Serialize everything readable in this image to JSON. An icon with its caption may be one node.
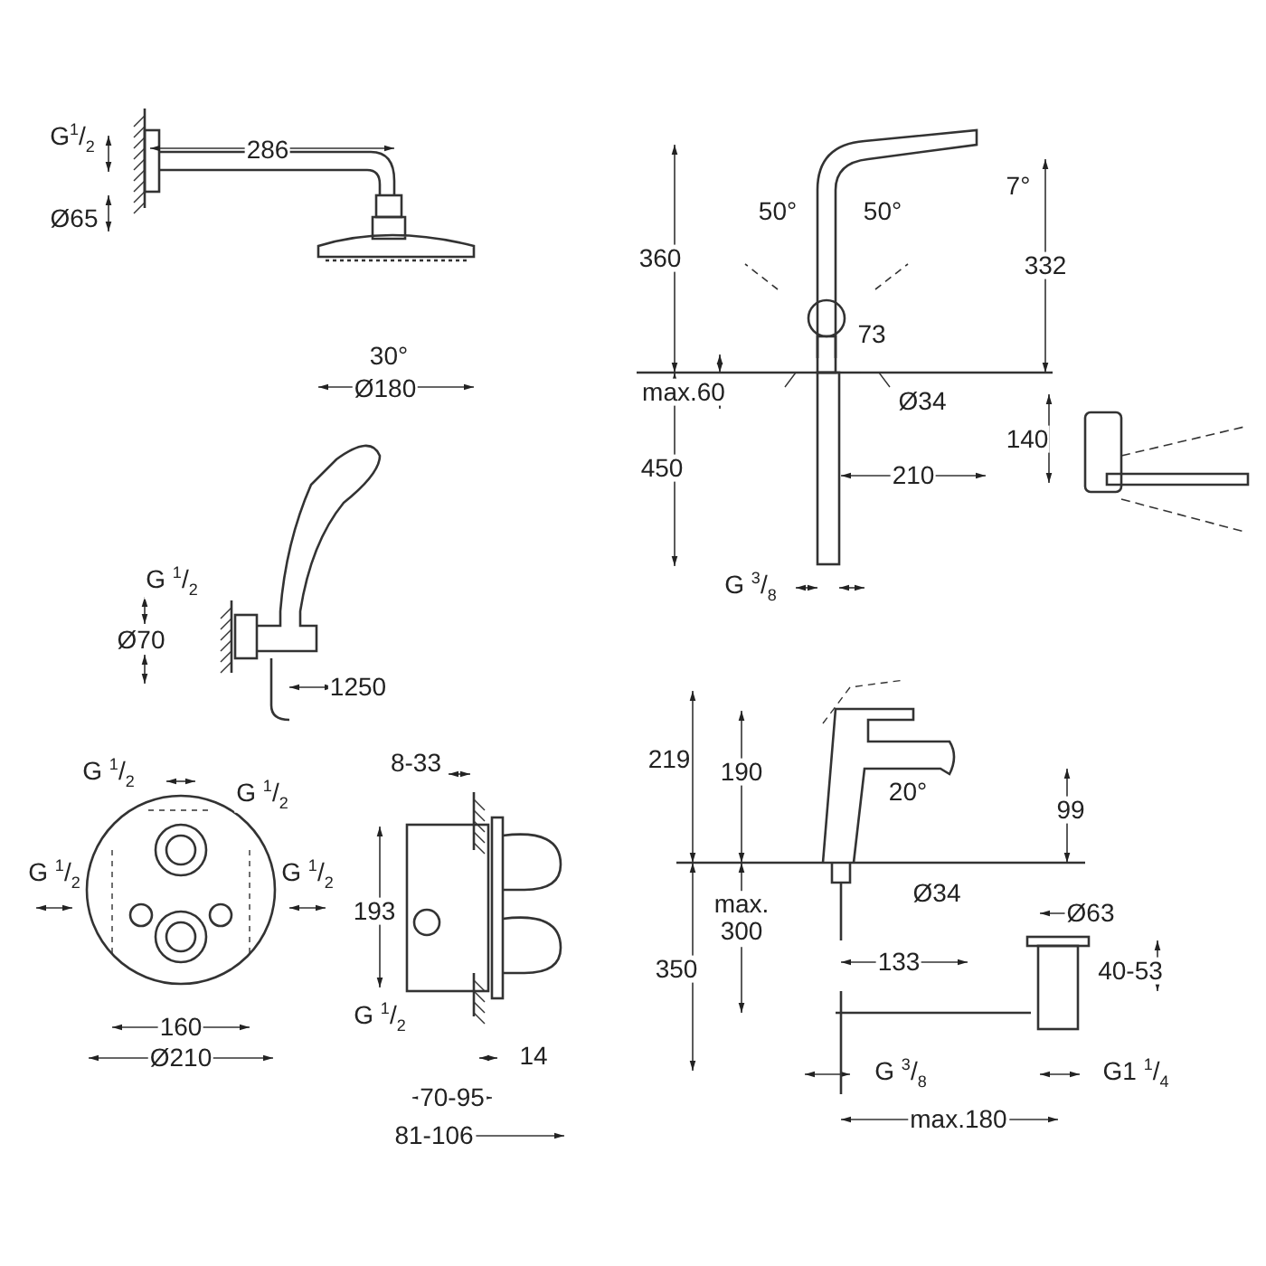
{
  "diagram": {
    "labels": [
      "G$^{1}$/$_{2}$",
      "286",
      "Ø65",
      "30°",
      "Ø180",
      "360",
      "50°",
      "50°",
      "7°",
      "332",
      "73",
      "max.60",
      "Ø34",
      "140",
      "450",
      "210",
      "G $^{3}$/$_{8}$",
      "G $^{1}$/$_{2}$",
      "Ø70",
      "1250",
      "8-33",
      "G $^{1}$/$_{2}$",
      "G $^{1}$/$_{2}$",
      "G $^{1}$/$_{2}$",
      "G $^{1}$/$_{2}$",
      "193",
      "219",
      "190",
      "20°",
      "99",
      "Ø34",
      "max. 300",
      "Ø63",
      "133",
      "40-53",
      "350",
      "160",
      "Ø210",
      "G $^{1}$/$_{2}$",
      "14",
      "G $^{3}$/$_{8}$",
      "G1 $^{1}$/$_{4}$",
      "70-95",
      "max.180",
      "81-106"
    ]
  }
}
